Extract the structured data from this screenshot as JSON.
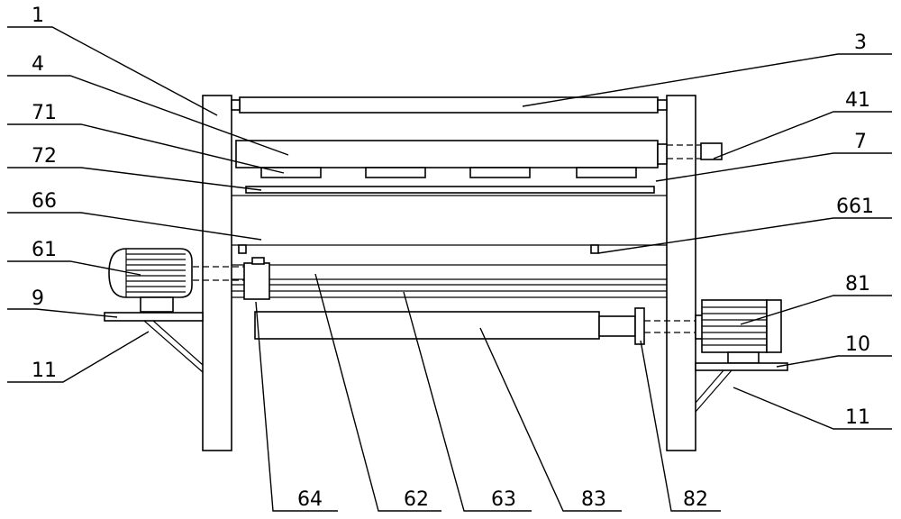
{
  "callouts": {
    "l1": "1",
    "l4": "4",
    "l71": "71",
    "l72": "72",
    "l66": "66",
    "l61": "61",
    "l9": "9",
    "l11a": "11",
    "l3": "3",
    "l41": "41",
    "l7": "7",
    "l661": "661",
    "l81": "81",
    "l10": "10",
    "l11b": "11",
    "l64": "64",
    "l62": "62",
    "l63": "63",
    "l83": "83",
    "l82": "82"
  }
}
